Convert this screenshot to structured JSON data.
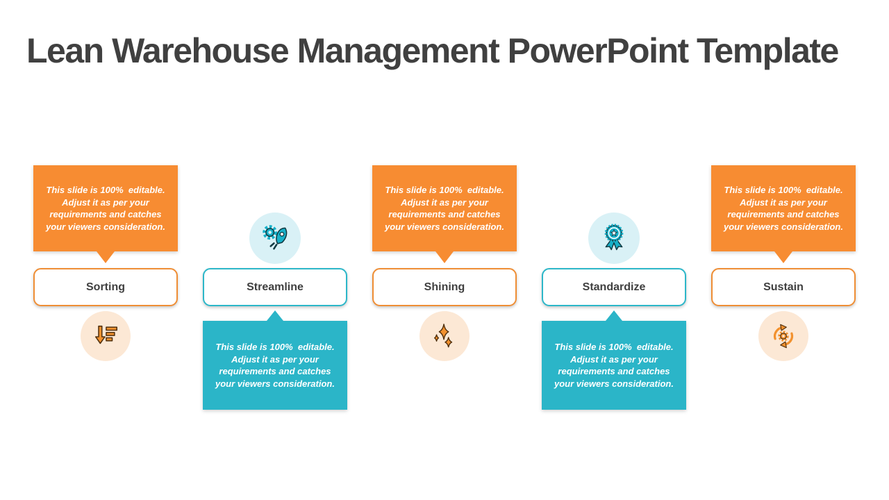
{
  "slide": {
    "title": "Lean Warehouse Management PowerPoint Template"
  },
  "callout": {
    "lines": [
      "This slide is 100%  editable.",
      "Adjust it as per your",
      "requirements and catches",
      "your viewers consideration."
    ]
  },
  "columns": [
    {
      "label": "Sorting",
      "icon": "sort-descending-icon",
      "callout_position": "top",
      "accent": "orange"
    },
    {
      "label": "Streamline",
      "icon": "rocket-gear-icon",
      "callout_position": "bottom",
      "accent": "teal"
    },
    {
      "label": "Shining",
      "icon": "sparkles-icon",
      "callout_position": "top",
      "accent": "orange"
    },
    {
      "label": "Standardize",
      "icon": "award-ribbon-icon",
      "callout_position": "bottom",
      "accent": "teal"
    },
    {
      "label": "Sustain",
      "icon": "cycle-gear-icon",
      "callout_position": "top",
      "accent": "orange"
    }
  ],
  "colors": {
    "orange": "#F78C32",
    "teal": "#2BB5C8",
    "orange_border": "#EF8E35",
    "teal_border": "#2CB7C9",
    "peach_circle": "#FCE8D5",
    "cyan_circle": "#D9F1F6",
    "icon_orange": "#F2912E",
    "icon_teal": "#17B0C8",
    "label_text": "#404040",
    "title_text": "#404040",
    "callout_text": "#FFFFFF"
  }
}
